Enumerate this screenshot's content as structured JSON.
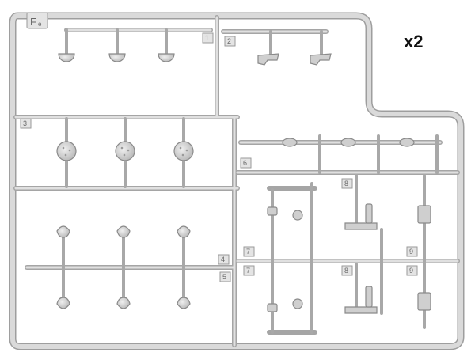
{
  "sprue": {
    "letter": "F",
    "letter_sub": "e",
    "quantity": "x2",
    "part_numbers": [
      "1",
      "2",
      "3",
      "6",
      "8",
      "7",
      "9",
      "4",
      "5",
      "7",
      "8",
      "9"
    ]
  },
  "colors": {
    "plastic": "#d6d6d6",
    "plastic_edge": "#9e9e9e",
    "background": "#ffffff"
  }
}
